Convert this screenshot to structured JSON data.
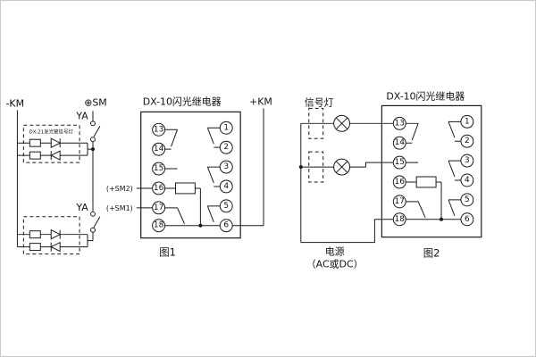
{
  "colors": {
    "ink": "#1a1a1a",
    "background": "#ffffff"
  },
  "fig1": {
    "title": "DX-10闪光继电器",
    "caption": "图1",
    "labels": {
      "km_minus": "-KM",
      "sm_plus": "⊕SM",
      "km_plus": "+KM",
      "ya_top": "YA",
      "ya_bottom": "YA",
      "led_box": "DX-21发光管信号灯",
      "sm2": "(+SM2)",
      "sm1": "(+SM1)"
    },
    "left_terminals": [
      "13",
      "14",
      "15",
      "16",
      "17",
      "18"
    ],
    "right_terminals": [
      "1",
      "2",
      "3",
      "4",
      "5",
      "6"
    ]
  },
  "fig2": {
    "title": "DX-10闪光继电器",
    "caption": "图2",
    "labels": {
      "signal_lamp": "信号灯",
      "power_line1": "电源",
      "power_line2": "（AC或DC）"
    },
    "left_terminals": [
      "13",
      "14",
      "15",
      "16",
      "17",
      "18"
    ],
    "right_terminals": [
      "1",
      "2",
      "3",
      "4",
      "5",
      "6"
    ]
  }
}
